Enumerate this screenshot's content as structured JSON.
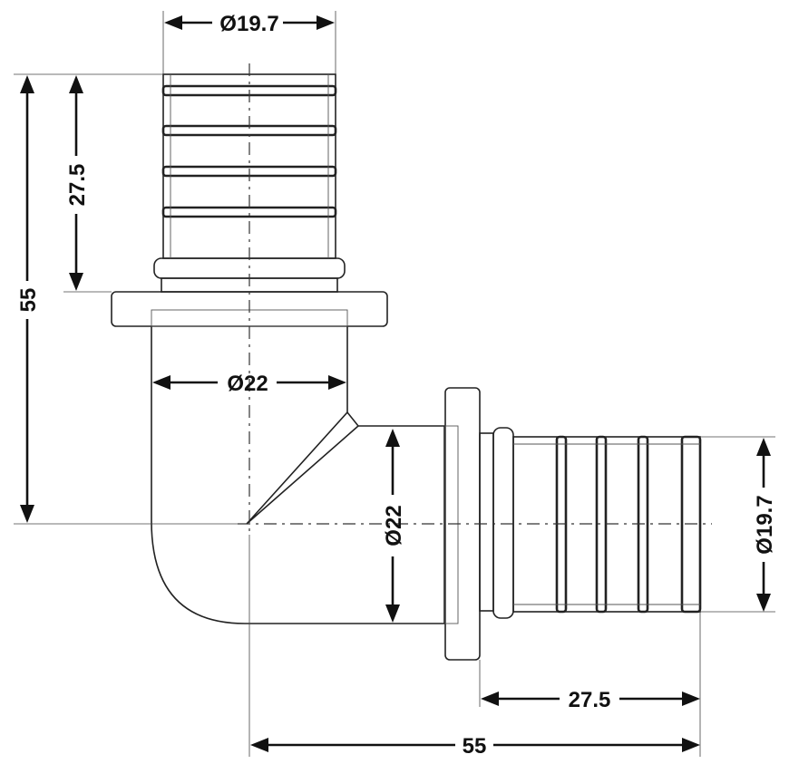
{
  "drawing": {
    "dimensions": {
      "top_diameter": "Ø19.7",
      "top_insert_length": "27.5",
      "total_height": "55",
      "vertical_body_diameter": "Ø22",
      "horizontal_body_diameter": "Ø22",
      "right_diameter": "Ø19.7",
      "right_insert_length": "27.5",
      "total_width": "55"
    }
  }
}
